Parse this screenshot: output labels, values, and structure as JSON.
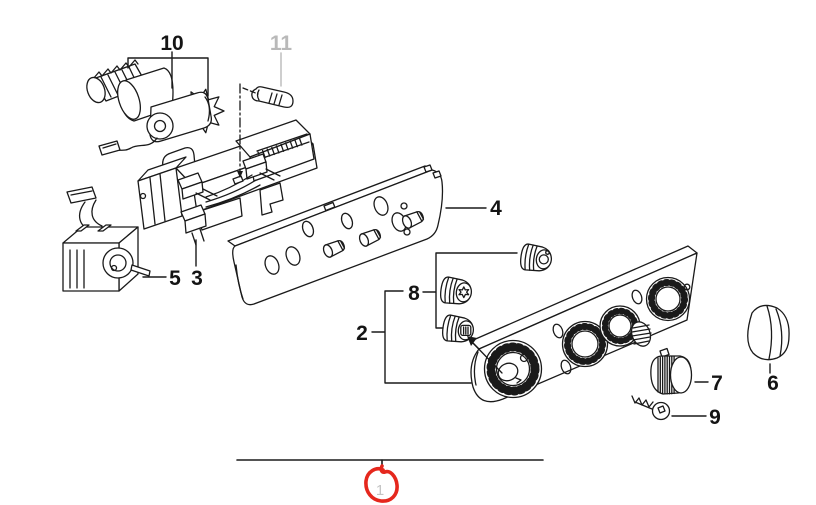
{
  "diagram": {
    "colors": {
      "paper": "#ffffff",
      "ink": "#1a1a1a",
      "muted_gray": "#b9b9b9",
      "highlight_red": "#e5271d"
    },
    "callouts": {
      "part1": "1",
      "part2": "2",
      "part3": "3",
      "part4": "4",
      "part5": "5",
      "part6": "6",
      "part7": "7",
      "part8": "8",
      "part9": "9",
      "part10": "10",
      "part11": "11"
    },
    "highlighted_callout": "1"
  }
}
